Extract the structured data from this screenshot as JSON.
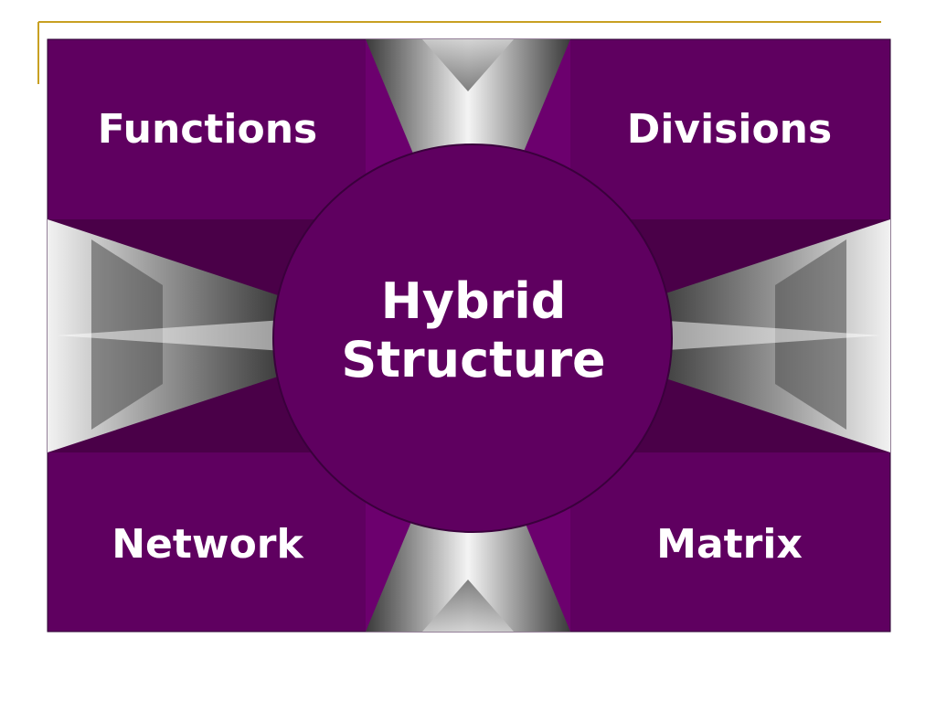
{
  "diagram": {
    "center": {
      "line1": "Hybrid",
      "line2": "Structure"
    },
    "quadrants": {
      "top_left": "Functions",
      "top_right": "Divisions",
      "bottom_left": "Network",
      "bottom_right": "Matrix"
    }
  },
  "colors": {
    "panel": "#5f0060",
    "panel_dark": "#4a0048",
    "accent_purple": "#6c006e",
    "gold_rule": "#c8a022",
    "text": "#ffffff"
  }
}
